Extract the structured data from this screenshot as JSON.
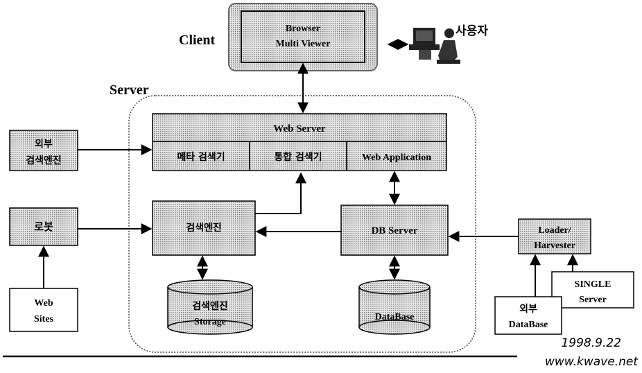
{
  "labels": {
    "client": "Client",
    "server": "Server",
    "user": "사용자"
  },
  "boxes": {
    "browser_line1": "Browser",
    "browser_line2": "Multi Viewer",
    "web_server": "Web Server",
    "meta_search": "메타 검색기",
    "integrated_search": "통합 검색기",
    "web_application": "Web Application",
    "external_engine_line1": "외부",
    "external_engine_line2": "검색엔진",
    "robot": "로봇",
    "web_sites_line1": "Web",
    "web_sites_line2": "Sites",
    "search_engine": "검색엔진",
    "db_server": "DB Server",
    "loader_line1": "Loader/",
    "loader_line2": "Harvester",
    "single_line1": "SINGLE",
    "single_line2": "Server",
    "external_db_line1": "외부",
    "external_db_line2": "DataBase",
    "storage_line1": "검색엔진",
    "storage_line2": "Storage",
    "database": "DataBase"
  },
  "footer": {
    "date": "1998.9.22",
    "site": "www.kwave.net"
  },
  "colors": {
    "box_fill": "#d6d6d6",
    "line": "#000000",
    "server_border": "#444444"
  }
}
